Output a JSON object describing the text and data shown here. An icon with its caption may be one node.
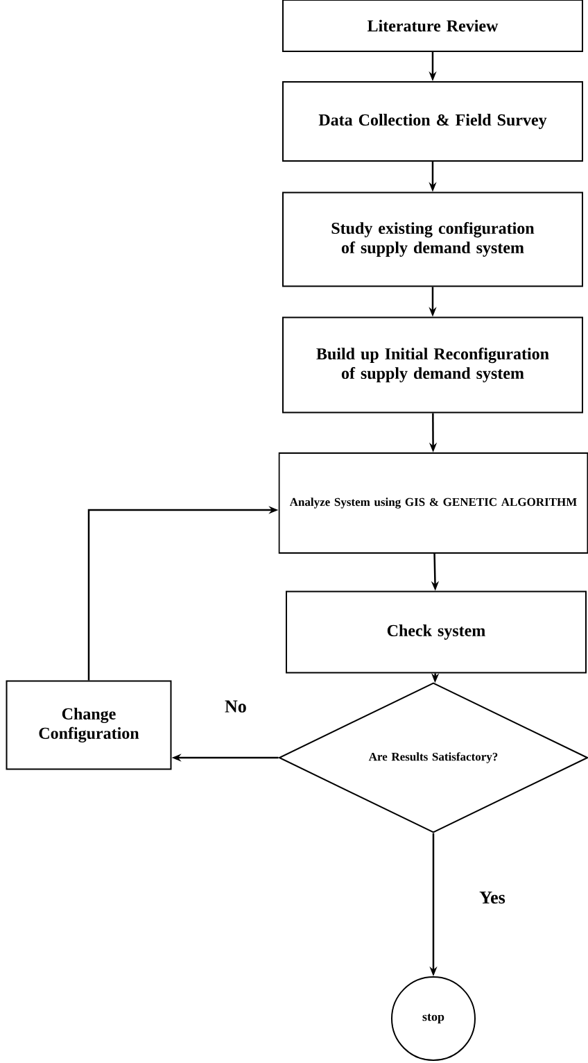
{
  "diagram": {
    "nodes": [
      {
        "text": [
          "Literature Review"
        ]
      },
      {
        "text": [
          "Data Collection & Field Survey"
        ]
      },
      {
        "text": [
          "Study existing configuration of supply demand system"
        ]
      },
      {
        "text": [
          "Build up Initial Reconfiguration of supply demand system"
        ]
      },
      {
        "text": [
          "Analyze System using GIS & GENETIC ALGORITHM"
        ]
      },
      {
        "text": [
          "Check system"
        ]
      },
      {
        "text": [
          "Are Results Satisfactory?"
        ]
      },
      {
        "text": [
          "Change Configuration"
        ]
      },
      {
        "text": [
          "stop"
        ]
      }
    ],
    "edges": [
      {
        "from": 0,
        "to": 1,
        "arrow": "to"
      },
      {
        "from": 1,
        "to": 2,
        "arrow": "to"
      },
      {
        "from": 2,
        "to": 3,
        "arrow": "to"
      },
      {
        "from": 3,
        "to": 4,
        "arrow": "to"
      },
      {
        "from": 4,
        "to": 5,
        "arrow": "to"
      },
      {
        "from": 5,
        "to": 6,
        "arrow": "to"
      },
      {
        "from": 6,
        "to": 7,
        "arrow": "to",
        "label": "No"
      },
      {
        "from": 7,
        "to": 4,
        "arrow": "to"
      },
      {
        "from": 6,
        "to": 8,
        "arrow": "to",
        "label": "Yes"
      }
    ]
  }
}
